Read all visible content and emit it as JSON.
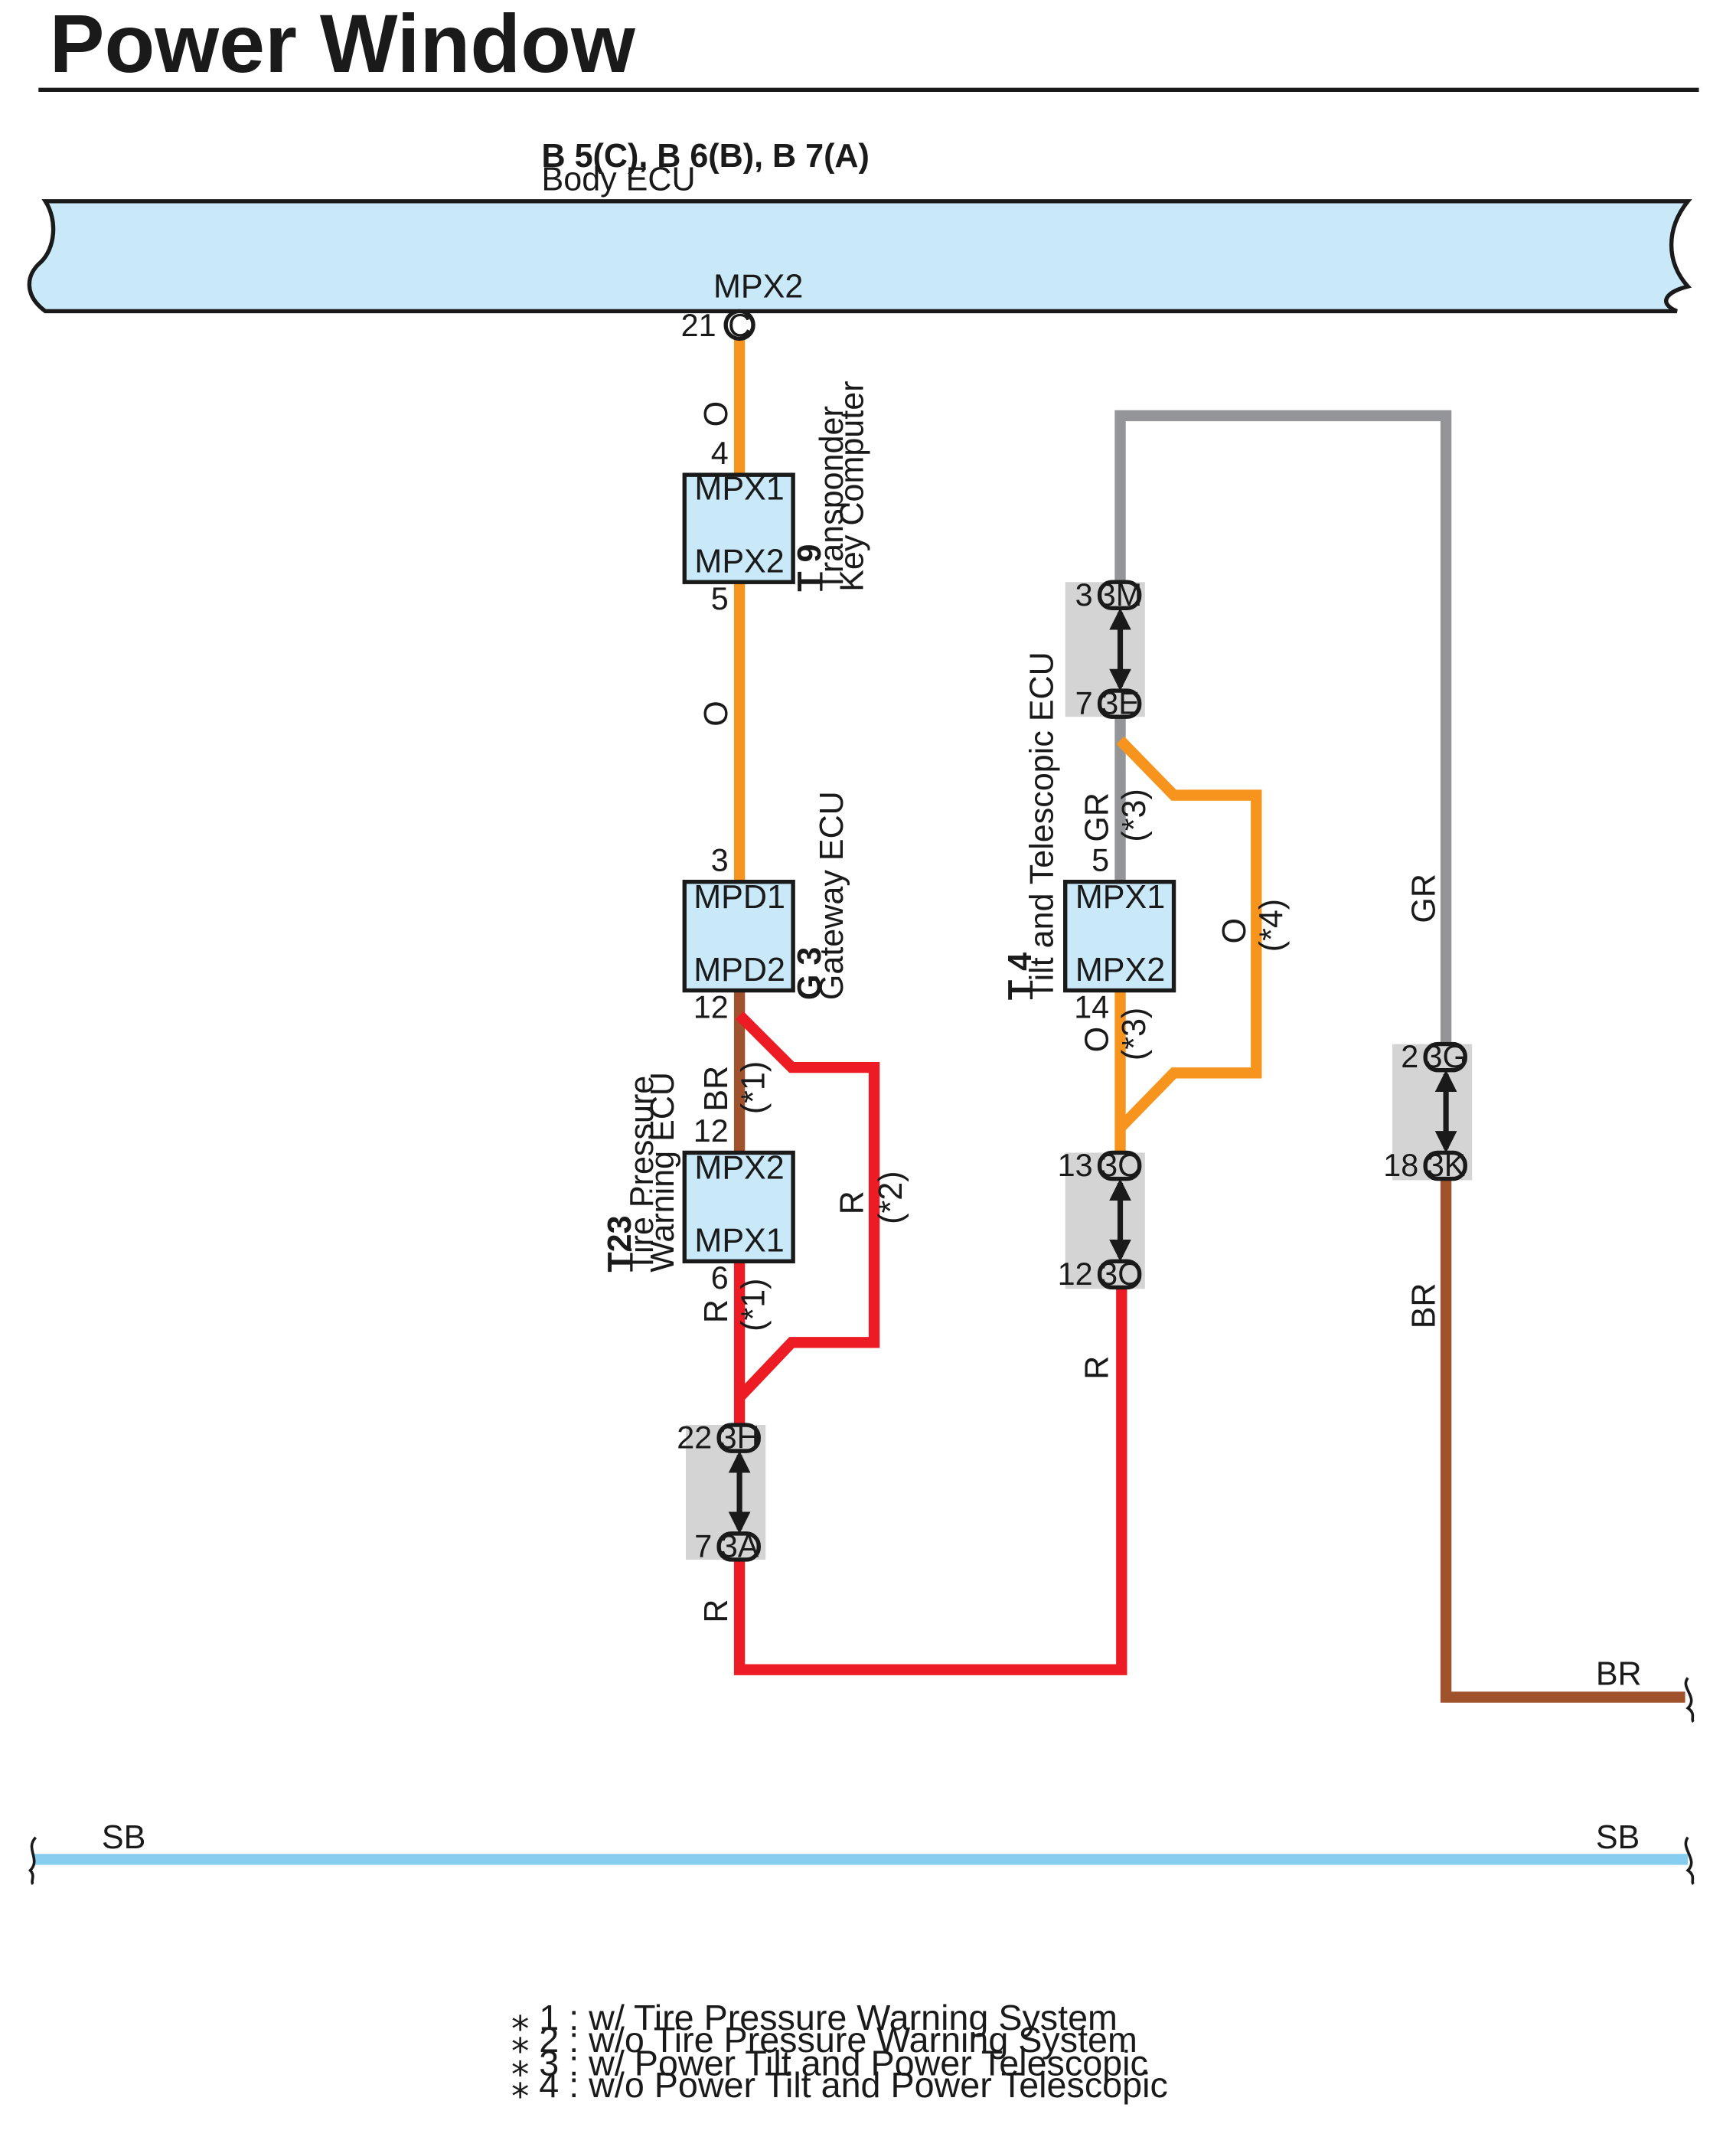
{
  "title": "Power Window",
  "body_ecu": {
    "code": "B 5(C), B 6(B), B 7(A)",
    "name": "Body ECU",
    "terminal": "MPX2",
    "pin": "21",
    "connector": "C"
  },
  "t9": {
    "code": "T 9",
    "name_line1": "Transponder",
    "name_line2": "Key Computer",
    "term_top": "MPX1",
    "term_bottom": "MPX2",
    "pin_top": "4",
    "pin_bottom": "5"
  },
  "g3": {
    "code": "G 3",
    "name": "Gateway ECU",
    "term_top": "MPD1",
    "term_bottom": "MPD2",
    "pin_top": "3",
    "pin_bottom": "12"
  },
  "t23": {
    "code": "T23",
    "name_line1": "Tire Pressure",
    "name_line2": "Warning ECU",
    "term_top": "MPX2",
    "term_bottom": "MPX1",
    "pin_top": "12",
    "pin_bottom": "6"
  },
  "t4": {
    "code": "T 4",
    "name": "Tilt and Telescopic ECU",
    "term_top": "MPX1",
    "term_bottom": "MPX2",
    "pin_top": "5",
    "pin_bottom": "14"
  },
  "connectors": {
    "c3h": {
      "pin": "22",
      "label": "3H"
    },
    "c3a": {
      "pin": "7",
      "label": "3A"
    },
    "c3m": {
      "pin": "3",
      "label": "3M"
    },
    "c3e": {
      "pin": "7",
      "label": "3E"
    },
    "c3c_top": {
      "pin": "13",
      "label": "3C"
    },
    "c3c_bottom": {
      "pin": "12",
      "label": "3C"
    },
    "c3g": {
      "pin": "2",
      "label": "3G"
    },
    "c3k": {
      "pin": "18",
      "label": "3K"
    }
  },
  "wire_labels": {
    "o_top": "O",
    "o_mid": "O",
    "br_g3": "BR",
    "note1_a": "(*1)",
    "r_bypass": "R",
    "note2": "(*2)",
    "r_t23": "R",
    "note1_b": "(*1)",
    "r_lower": "R",
    "gr_t4": "GR",
    "note3_a": "(*3)",
    "o_bypass": "O",
    "note4": "(*4)",
    "o_t4": "O",
    "note3_b": "(*3)",
    "r_3c": "R",
    "gr_right": "GR",
    "br_right": "BR",
    "br_end": "BR",
    "sb_left": "SB",
    "sb_right": "SB"
  },
  "notes": [
    "⁎ 1 : w/ Tire Pressure Warning System",
    "⁎ 2 : w/o Tire Pressure Warning System",
    "⁎ 3 : w/ Power Tilt and Power Telescopic",
    "⁎ 4 : w/o Power Tilt and Power Telescopic"
  ],
  "colors": {
    "orange": "#f7941d",
    "red": "#ed1c24",
    "brown": "#a0522d",
    "gray": "#939598",
    "sky_blue": "#87cdf0",
    "ecu_fill": "#c9e8f8",
    "connector_gray": "#d4d4d4"
  }
}
